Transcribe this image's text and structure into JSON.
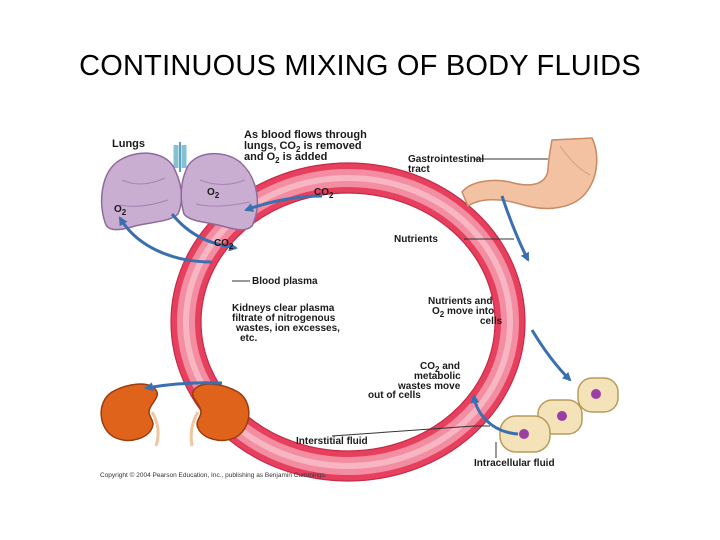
{
  "slide": {
    "title": "CONTINUOUS MIXING OF BODY FLUIDS"
  },
  "colors": {
    "ring_outer": "#e6405e",
    "ring_inner": "#f8b6c2",
    "arrow": "#3a6fb0",
    "lung": "#c9aed2",
    "kidney": "#e0631c",
    "stomach": "#f2c2a2",
    "cell": "#f4e3b8",
    "nucleus": "#9b3fa4"
  },
  "diagram": {
    "lungs_label": "Lungs",
    "lung_flow_line1": "As blood flows through",
    "lung_flow_line2": "lungs, CO",
    "lung_flow_line2b": " is removed",
    "lung_flow_line3": "and O",
    "lung_flow_line3b": " is added",
    "o2_left": "O",
    "o2_right": "O",
    "co2_top": "CO",
    "co2_lower": "CO",
    "sub2": "2",
    "gi_line1": "Gastrointestinal",
    "gi_line2": "tract",
    "nutrients": "Nutrients",
    "blood_plasma": "Blood plasma",
    "kidney_line1": "Kidneys clear plasma",
    "kidney_line2": "filtrate of nitrogenous",
    "kidney_line3": "wastes, ion excesses,",
    "kidney_line4": "etc.",
    "nut_o2_line1": "Nutrients and",
    "nut_o2_line2": "O",
    "nut_o2_line2b": " move into",
    "nut_o2_line3": "cells",
    "waste_line1": "CO",
    "waste_line1b": " and",
    "waste_line2": "metabolic",
    "waste_line3": "wastes move",
    "waste_line4": "out of cells",
    "interstitial": "Interstitial fluid",
    "intracellular": "Intracellular fluid",
    "copyright": "Copyright © 2004 Pearson Education, Inc., publishing as Benjamin Cummings."
  }
}
